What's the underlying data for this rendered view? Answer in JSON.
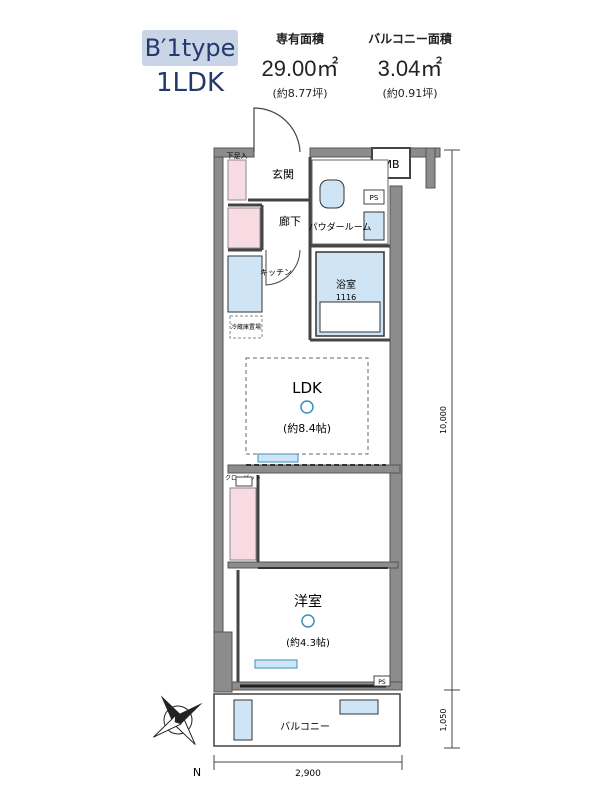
{
  "header": {
    "type_label": "B′1type",
    "layout": "1LDK",
    "private_area": {
      "heading": "専有面積",
      "value": "29.00㎡",
      "tsubo": "(約8.77坪)"
    },
    "balcony_area": {
      "heading": "バルコニー面積",
      "value": "3.04㎡",
      "tsubo": "(約0.91坪)"
    }
  },
  "plan": {
    "rooms": {
      "genkan": "玄関",
      "corridor": "廊下",
      "powder_room": "パウダールーム",
      "bath": "浴室",
      "bath_size": "1116",
      "kitchen": "キッチン",
      "ldk": "LDK",
      "ldk_size": "(約8.4帖)",
      "western_room": "洋室",
      "western_size": "(約4.3帖)",
      "balcony": "バルコニー",
      "mb": "MB",
      "ps": "PS",
      "shoe_box": "下足入",
      "fridge": "冷蔵庫置場",
      "closet": "クローゼット"
    },
    "dimensions": {
      "width": "2,900",
      "depth": "10,000",
      "balcony_depth": "1,050"
    },
    "compass": "N"
  }
}
